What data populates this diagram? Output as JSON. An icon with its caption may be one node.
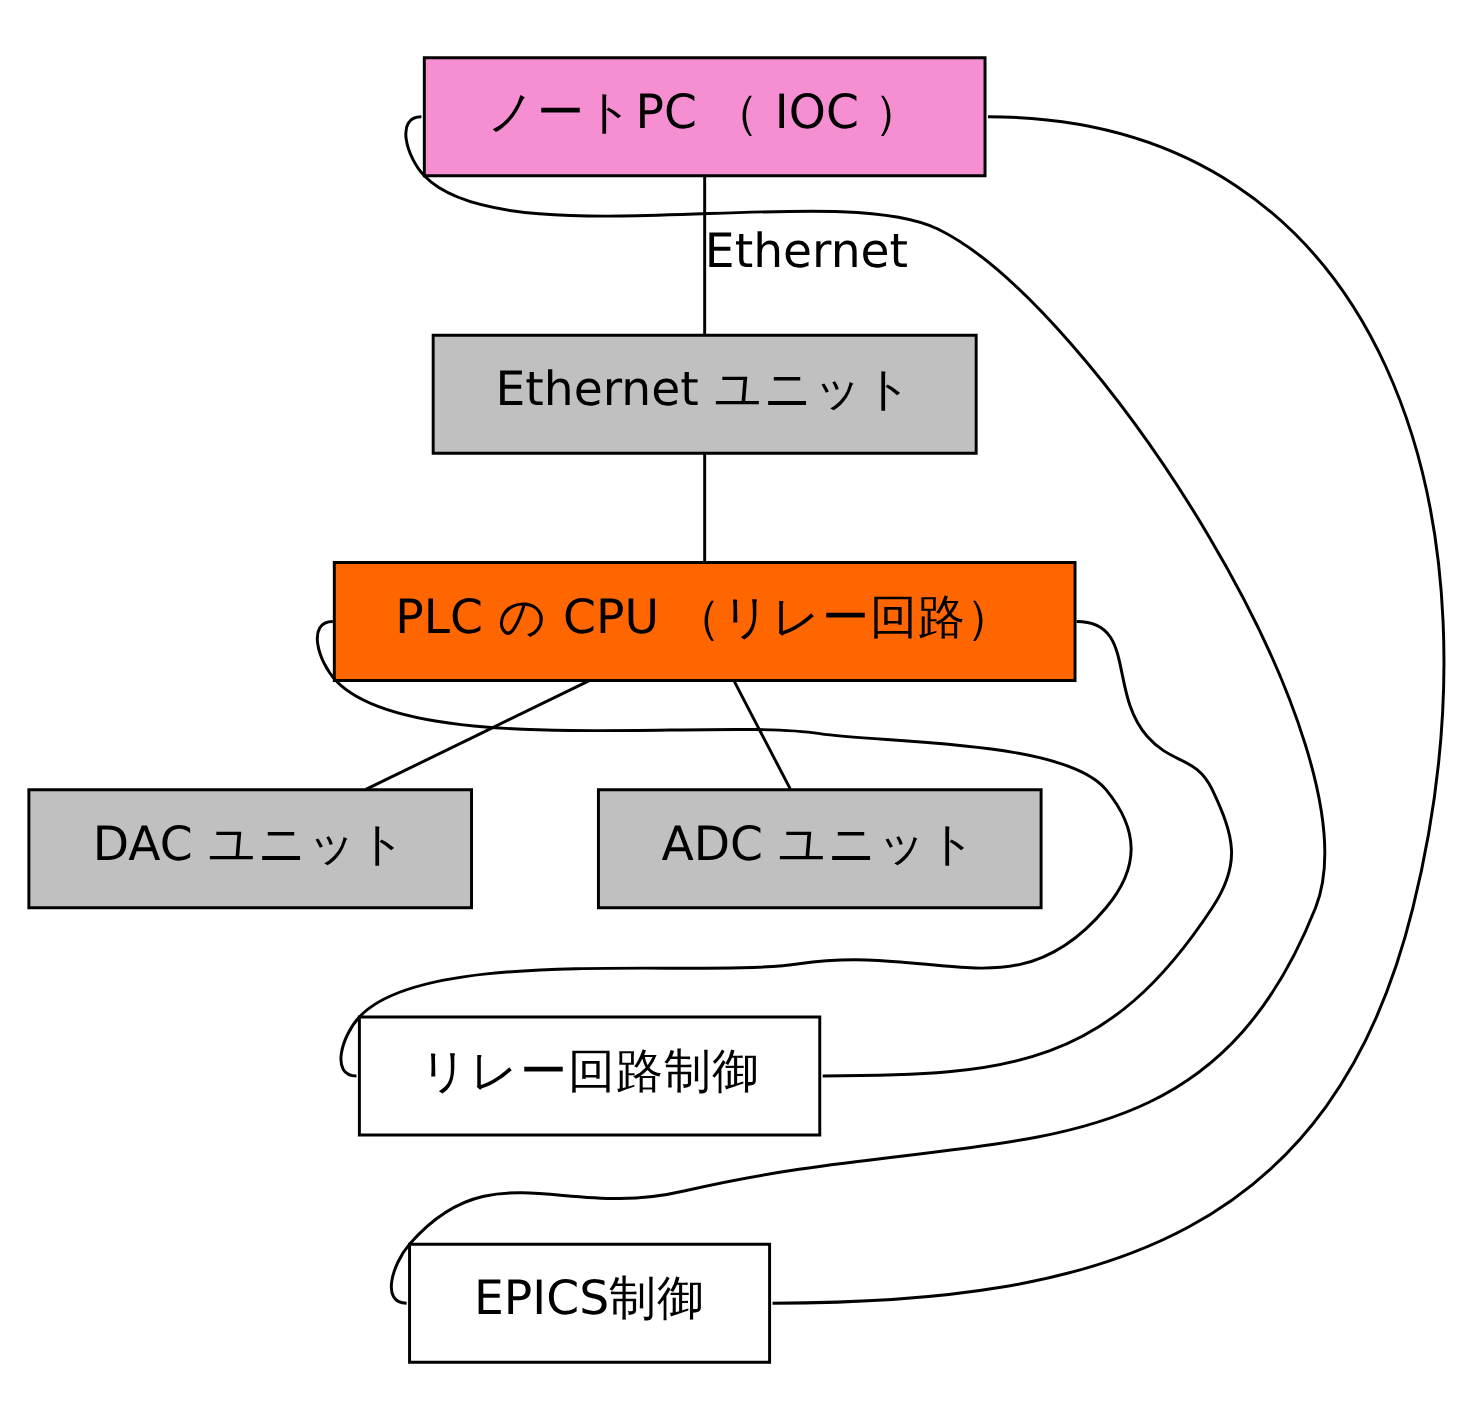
{
  "diagram": {
    "nodes": [
      {
        "text": [
          "ノートPC （ IOC ）"
        ]
      },
      {
        "text": [
          "Ethernet ユニット"
        ]
      },
      {
        "text": [
          "PLC の CPU （リレー回路）"
        ]
      },
      {
        "text": [
          "DAC ユニット"
        ]
      },
      {
        "text": [
          "ADC ユニット"
        ]
      },
      {
        "text": [
          "リレー回路制御"
        ]
      },
      {
        "text": [
          "EPICS制御"
        ]
      }
    ],
    "edges": [
      {
        "from": 0,
        "to": 1,
        "arrow": "none",
        "label": "Ethernet"
      },
      {
        "from": 1,
        "to": 2,
        "arrow": "none"
      },
      {
        "from": 2,
        "to": 3,
        "arrow": "none"
      },
      {
        "from": 2,
        "to": 4,
        "arrow": "none"
      },
      {
        "from": 2,
        "to": 5,
        "arrow": "none"
      },
      {
        "from": 2,
        "to": 5,
        "arrow": "none"
      },
      {
        "from": 0,
        "to": 6,
        "arrow": "none"
      },
      {
        "from": 0,
        "to": 6,
        "arrow": "none"
      }
    ]
  }
}
